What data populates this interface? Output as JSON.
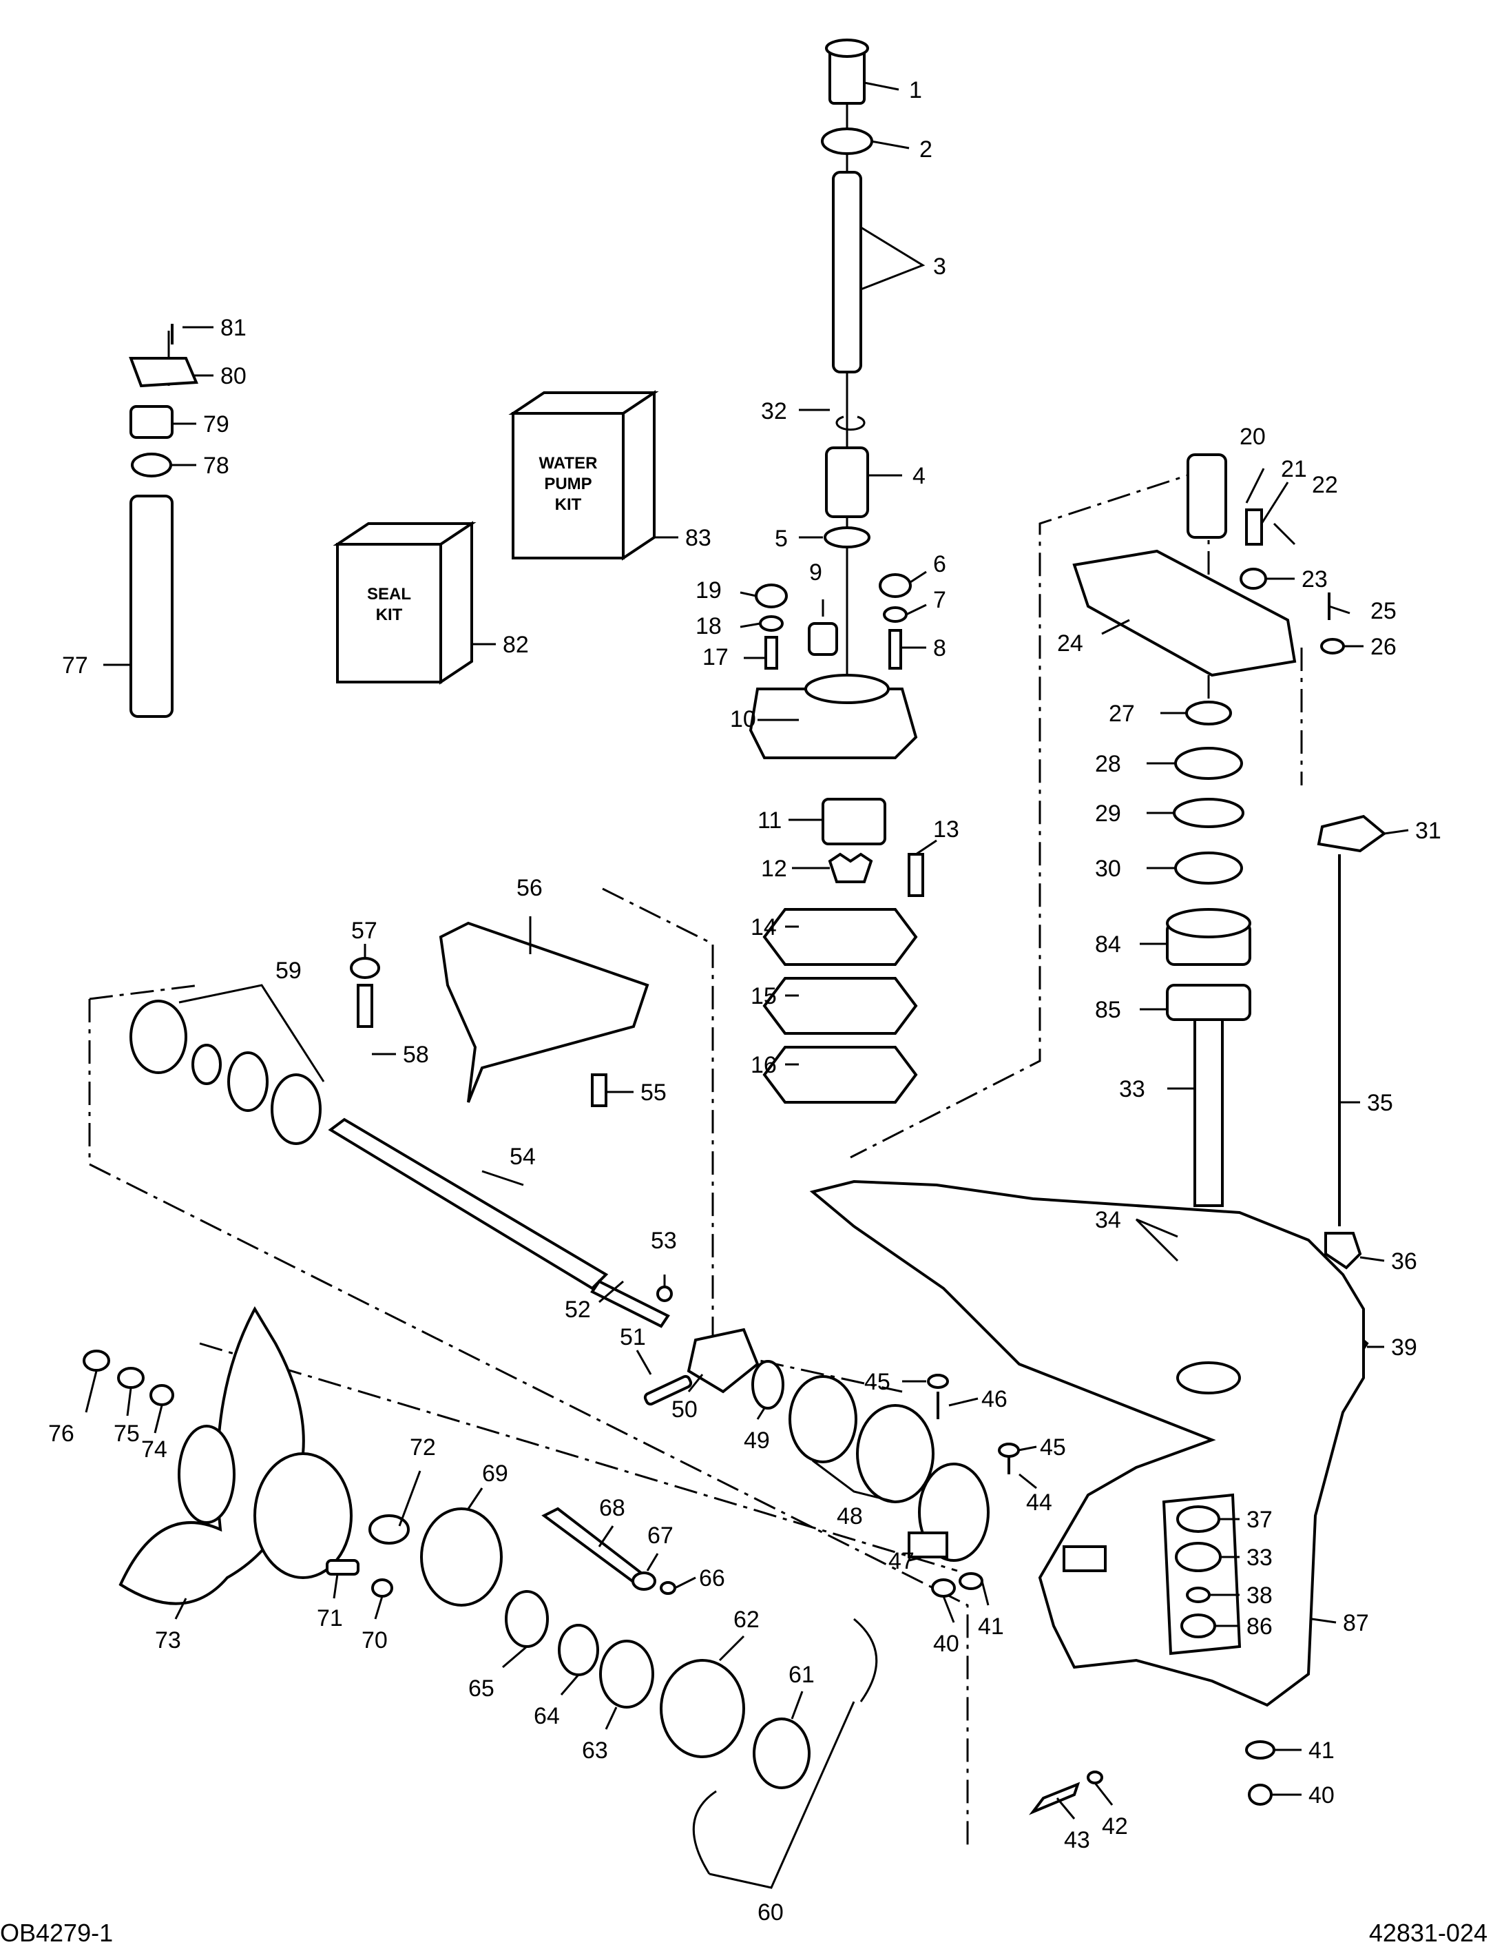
{
  "footer": {
    "left_code": "OB4279-1",
    "right_code": "42831-024"
  },
  "kits": [
    {
      "lines": [
        "WATER",
        "PUMP",
        "KIT"
      ]
    },
    {
      "lines": [
        "SEAL",
        "KIT"
      ]
    }
  ],
  "callouts": [
    {
      "label": "1"
    },
    {
      "label": "2"
    },
    {
      "label": "3"
    },
    {
      "label": "32"
    },
    {
      "label": "4"
    },
    {
      "label": "5"
    },
    {
      "label": "6"
    },
    {
      "label": "7"
    },
    {
      "label": "8"
    },
    {
      "label": "9"
    },
    {
      "label": "19"
    },
    {
      "label": "18"
    },
    {
      "label": "17"
    },
    {
      "label": "10"
    },
    {
      "label": "11"
    },
    {
      "label": "12"
    },
    {
      "label": "13"
    },
    {
      "label": "14"
    },
    {
      "label": "15"
    },
    {
      "label": "16"
    },
    {
      "label": "20"
    },
    {
      "label": "21"
    },
    {
      "label": "22"
    },
    {
      "label": "23"
    },
    {
      "label": "25"
    },
    {
      "label": "26"
    },
    {
      "label": "24"
    },
    {
      "label": "27"
    },
    {
      "label": "28"
    },
    {
      "label": "29"
    },
    {
      "label": "30"
    },
    {
      "label": "31"
    },
    {
      "label": "84"
    },
    {
      "label": "85"
    },
    {
      "label": "33"
    },
    {
      "label": "35"
    },
    {
      "label": "34"
    },
    {
      "label": "36"
    },
    {
      "label": "39"
    },
    {
      "label": "81"
    },
    {
      "label": "80"
    },
    {
      "label": "79"
    },
    {
      "label": "78"
    },
    {
      "label": "77"
    },
    {
      "label": "83"
    },
    {
      "label": "82"
    },
    {
      "label": "56"
    },
    {
      "label": "57"
    },
    {
      "label": "58"
    },
    {
      "label": "55"
    },
    {
      "label": "59"
    },
    {
      "label": "54"
    },
    {
      "label": "53"
    },
    {
      "label": "52"
    },
    {
      "label": "51"
    },
    {
      "label": "50"
    },
    {
      "label": "49"
    },
    {
      "label": "48"
    },
    {
      "label": "45"
    },
    {
      "label": "46"
    },
    {
      "label": "45"
    },
    {
      "label": "44"
    },
    {
      "label": "47"
    },
    {
      "label": "76"
    },
    {
      "label": "75"
    },
    {
      "label": "74"
    },
    {
      "label": "73"
    },
    {
      "label": "72"
    },
    {
      "label": "69"
    },
    {
      "label": "68"
    },
    {
      "label": "67"
    },
    {
      "label": "66"
    },
    {
      "label": "71"
    },
    {
      "label": "70"
    },
    {
      "label": "65"
    },
    {
      "label": "64"
    },
    {
      "label": "63"
    },
    {
      "label": "62"
    },
    {
      "label": "61"
    },
    {
      "label": "60"
    },
    {
      "label": "37"
    },
    {
      "label": "33"
    },
    {
      "label": "38"
    },
    {
      "label": "86"
    },
    {
      "label": "87"
    },
    {
      "label": "41"
    },
    {
      "label": "40"
    },
    {
      "label": "41"
    },
    {
      "label": "40"
    },
    {
      "label": "42"
    },
    {
      "label": "43"
    }
  ]
}
